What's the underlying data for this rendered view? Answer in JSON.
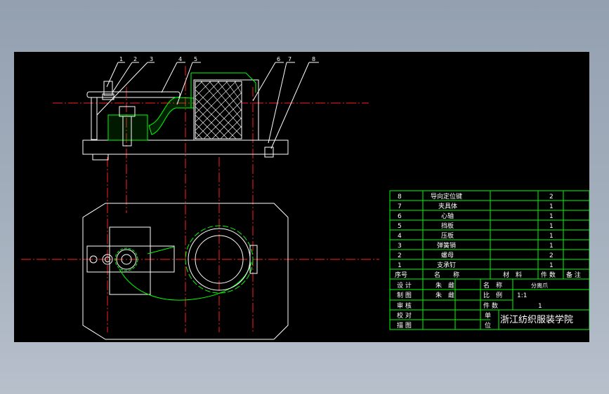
{
  "callouts": [
    "1",
    "2",
    "3",
    "4",
    "5",
    "6",
    "7",
    "8"
  ],
  "bom": {
    "rows": [
      {
        "no": "8",
        "name": "导向定位键",
        "material": "",
        "qty": "2",
        "note": ""
      },
      {
        "no": "7",
        "name": "夹具体",
        "material": "",
        "qty": "1",
        "note": ""
      },
      {
        "no": "6",
        "name": "心轴",
        "material": "",
        "qty": "1",
        "note": ""
      },
      {
        "no": "5",
        "name": "挡板",
        "material": "",
        "qty": "1",
        "note": ""
      },
      {
        "no": "4",
        "name": "压板",
        "material": "",
        "qty": "1",
        "note": ""
      },
      {
        "no": "3",
        "name": "弹簧销",
        "material": "",
        "qty": "1",
        "note": ""
      },
      {
        "no": "2",
        "name": "螺母",
        "material": "",
        "qty": "2",
        "note": ""
      },
      {
        "no": "1",
        "name": "支承钉",
        "material": "",
        "qty": "1",
        "note": ""
      }
    ],
    "header": {
      "no": "序号",
      "name": "名　　称",
      "material": "材　料",
      "qty": "件 数",
      "note": "备 注"
    }
  },
  "titleblock": {
    "design_label": "设 计",
    "design_value": "朱　雌",
    "draw_label": "制 图",
    "draw_value": "朱　雌",
    "review_label": "审 核",
    "check_label": "校 对",
    "trace_label": "描 图",
    "name_label": "名　称",
    "name_value": "分离爪",
    "scale_label": "比　例",
    "scale_value": "1:1",
    "count_label": "件 数",
    "count_value": "1",
    "unit_label_1": "单",
    "unit_label_2": "位",
    "unit_value": "浙江纺织服装学院"
  },
  "colors": {
    "line_green": "#00ff00",
    "line_red": "#ff2020",
    "line_white": "#ffffff",
    "background": "#000000",
    "page": "#a4afbd"
  }
}
